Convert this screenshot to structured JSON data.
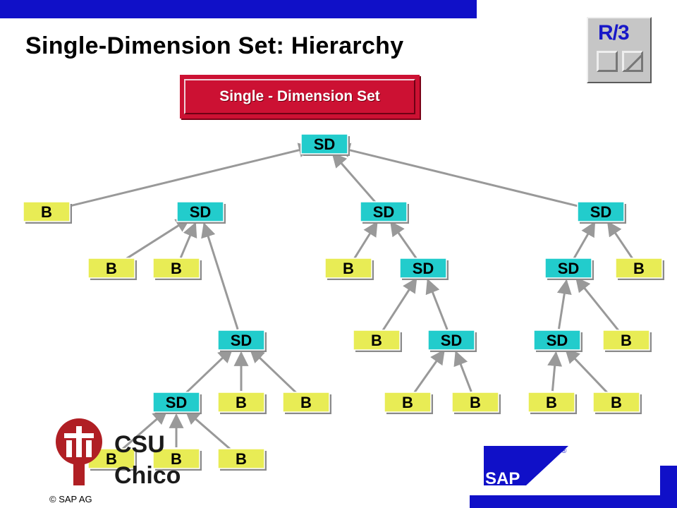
{
  "title": "Single-Dimension Set: Hierarchy",
  "set_label": "Single - Dimension Set",
  "r3_logo_text": "R/3",
  "university": {
    "line1": "CSU",
    "line2": "Chico"
  },
  "copyright": "© SAP AG",
  "sap_logo_text": "SAP",
  "sap_registered": "®",
  "colors": {
    "top_bar": "#1010c8",
    "sd_node": "#22cccc",
    "b_node": "#e8ec55",
    "arrow": "#999999",
    "set_label_bg": "#cc1133"
  },
  "nodes": [
    {
      "id": "root",
      "label": "SD",
      "kind": "sd"
    },
    {
      "id": "b1",
      "label": "B",
      "kind": "b"
    },
    {
      "id": "sd2",
      "label": "SD",
      "kind": "sd"
    },
    {
      "id": "sd3",
      "label": "SD",
      "kind": "sd"
    },
    {
      "id": "sd4",
      "label": "SD",
      "kind": "sd"
    },
    {
      "id": "b2",
      "label": "B",
      "kind": "b"
    },
    {
      "id": "b3",
      "label": "B",
      "kind": "b"
    },
    {
      "id": "b4",
      "label": "B",
      "kind": "b"
    },
    {
      "id": "sd5",
      "label": "SD",
      "kind": "sd"
    },
    {
      "id": "sd6",
      "label": "SD",
      "kind": "sd"
    },
    {
      "id": "b5",
      "label": "B",
      "kind": "b"
    },
    {
      "id": "sd7",
      "label": "SD",
      "kind": "sd"
    },
    {
      "id": "b6",
      "label": "B",
      "kind": "b"
    },
    {
      "id": "sd8",
      "label": "SD",
      "kind": "sd"
    },
    {
      "id": "sd9",
      "label": "SD",
      "kind": "sd"
    },
    {
      "id": "b7",
      "label": "B",
      "kind": "b"
    },
    {
      "id": "sd10",
      "label": "SD",
      "kind": "sd"
    },
    {
      "id": "b8",
      "label": "B",
      "kind": "b"
    },
    {
      "id": "b9",
      "label": "B",
      "kind": "b"
    },
    {
      "id": "b10",
      "label": "B",
      "kind": "b"
    },
    {
      "id": "b11",
      "label": "B",
      "kind": "b"
    },
    {
      "id": "b12",
      "label": "B",
      "kind": "b"
    },
    {
      "id": "b13",
      "label": "B",
      "kind": "b"
    },
    {
      "id": "b14",
      "label": "B",
      "kind": "b"
    },
    {
      "id": "b15",
      "label": "B",
      "kind": "b"
    },
    {
      "id": "b16",
      "label": "B",
      "kind": "b"
    }
  ],
  "edges": [
    [
      "b1",
      "root"
    ],
    [
      "sd3",
      "root"
    ],
    [
      "sd4",
      "root"
    ],
    [
      "b2",
      "sd2"
    ],
    [
      "b3",
      "sd2"
    ],
    [
      "sd7",
      "sd2"
    ],
    [
      "b4",
      "sd3"
    ],
    [
      "sd5",
      "sd3"
    ],
    [
      "b5",
      "sd4"
    ],
    [
      "sd6",
      "sd4"
    ],
    [
      "b6",
      "sd5"
    ],
    [
      "sd8",
      "sd5"
    ],
    [
      "sd9",
      "sd6"
    ],
    [
      "b7",
      "sd6"
    ],
    [
      "sd10",
      "sd7"
    ],
    [
      "b8",
      "sd7"
    ],
    [
      "b9",
      "sd7"
    ],
    [
      "b10",
      "sd8"
    ],
    [
      "b11",
      "sd8"
    ],
    [
      "b12",
      "sd9"
    ],
    [
      "b13",
      "sd9"
    ],
    [
      "b14",
      "sd10"
    ],
    [
      "b15",
      "sd10"
    ],
    [
      "b16",
      "sd10"
    ]
  ]
}
